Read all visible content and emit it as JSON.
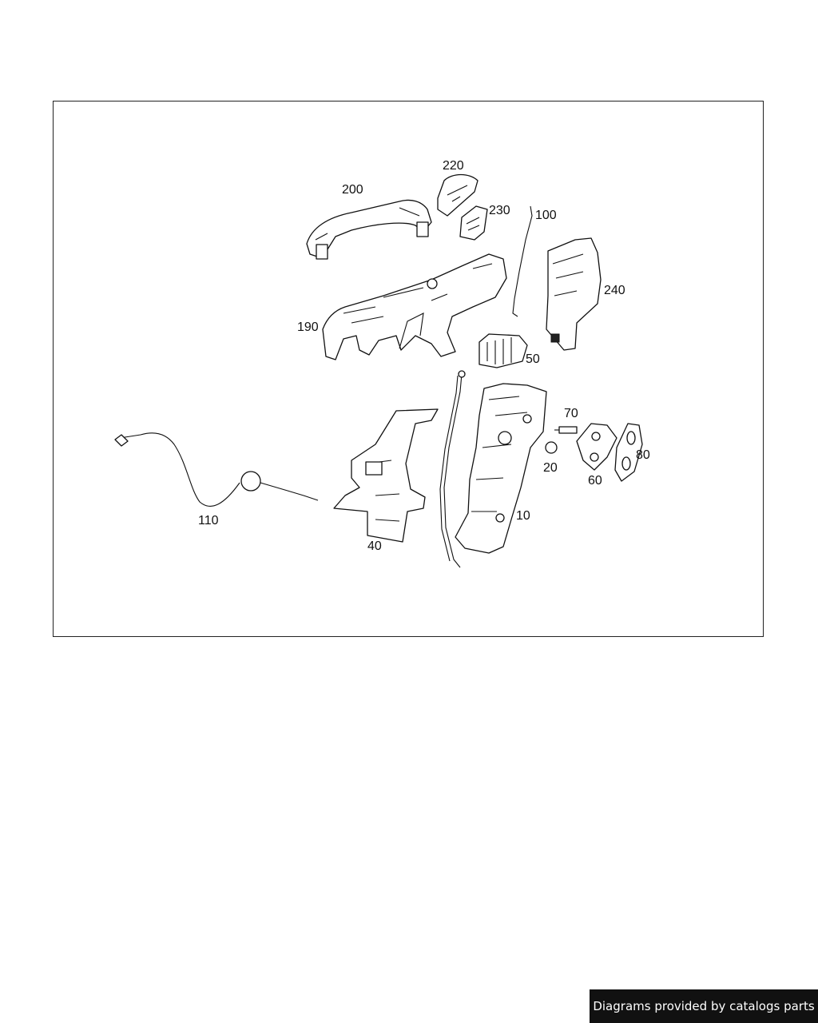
{
  "diagram": {
    "callouts": {
      "c10": "10",
      "c20": "20",
      "c40": "40",
      "c50": "50",
      "c60": "60",
      "c70": "70",
      "c80": "80",
      "c100": "100",
      "c110": "110",
      "c190": "190",
      "c200": "200",
      "c220": "220",
      "c230": "230",
      "c240": "240"
    }
  },
  "footer": {
    "credit": "Diagrams provided by catalogs parts"
  }
}
